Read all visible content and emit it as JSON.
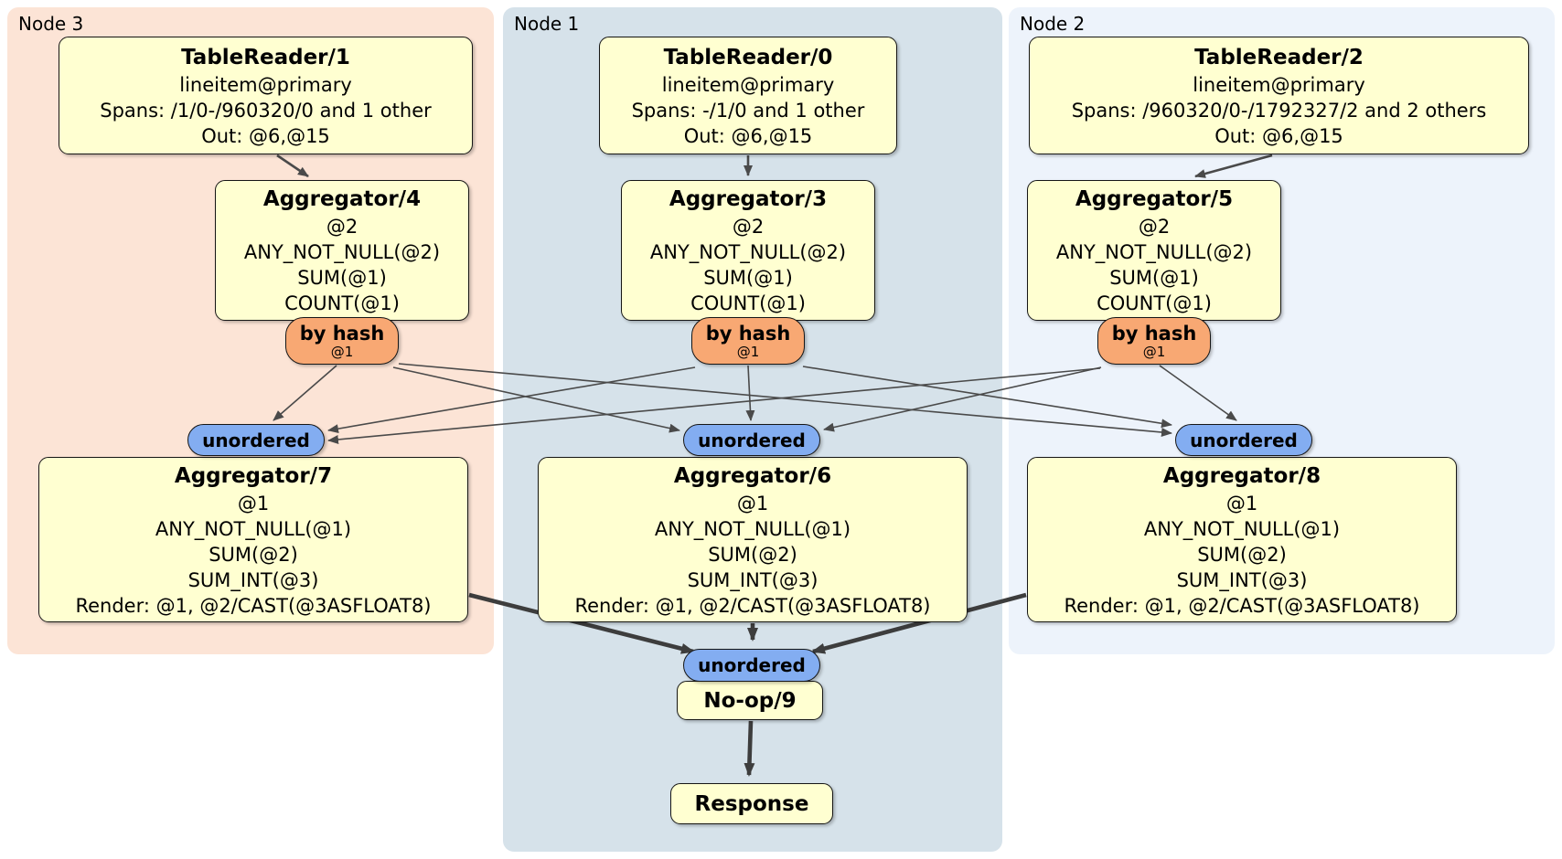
{
  "groups": [
    {
      "label": "Node 3"
    },
    {
      "label": "Node 1"
    },
    {
      "label": "Node 2"
    }
  ],
  "operators": {
    "tablereader1": {
      "title": "TableReader/1",
      "lines": [
        "lineitem@primary",
        "Spans: /1/0-/960320/0 and 1 other",
        "Out: @6,@15"
      ]
    },
    "tablereader0": {
      "title": "TableReader/0",
      "lines": [
        "lineitem@primary",
        "Spans: -/1/0 and 1 other",
        "Out: @6,@15"
      ]
    },
    "tablereader2": {
      "title": "TableReader/2",
      "lines": [
        "lineitem@primary",
        "Spans: /960320/0-/1792327/2 and 2 others",
        "Out: @6,@15"
      ]
    },
    "aggregator4": {
      "title": "Aggregator/4",
      "lines": [
        "@2",
        "ANY_NOT_NULL(@2)",
        "SUM(@1)",
        "COUNT(@1)"
      ]
    },
    "aggregator3": {
      "title": "Aggregator/3",
      "lines": [
        "@2",
        "ANY_NOT_NULL(@2)",
        "SUM(@1)",
        "COUNT(@1)"
      ]
    },
    "aggregator5": {
      "title": "Aggregator/5",
      "lines": [
        "@2",
        "ANY_NOT_NULL(@2)",
        "SUM(@1)",
        "COUNT(@1)"
      ]
    },
    "aggregator7": {
      "title": "Aggregator/7",
      "lines": [
        "@1",
        "ANY_NOT_NULL(@1)",
        "SUM(@2)",
        "SUM_INT(@3)",
        "Render: @1, @2/CAST(@3ASFLOAT8)"
      ]
    },
    "aggregator6": {
      "title": "Aggregator/6",
      "lines": [
        "@1",
        "ANY_NOT_NULL(@1)",
        "SUM(@2)",
        "SUM_INT(@3)",
        "Render: @1, @2/CAST(@3ASFLOAT8)"
      ]
    },
    "aggregator8": {
      "title": "Aggregator/8",
      "lines": [
        "@1",
        "ANY_NOT_NULL(@1)",
        "SUM(@2)",
        "SUM_INT(@3)",
        "Render: @1, @2/CAST(@3ASFLOAT8)"
      ]
    },
    "noop9": {
      "title": "No-op/9"
    },
    "response": {
      "title": "Response"
    }
  },
  "routers": {
    "by_hash": {
      "label": "by hash",
      "key": "@1"
    },
    "unordered": {
      "label": "unordered"
    }
  },
  "colors": {
    "node3_bg": "#fce4d6",
    "node1_bg": "#d6e2ea",
    "node2_bg": "#edf3fb",
    "operator_bg": "#ffffd1",
    "hash_router_bg": "#f8a873",
    "stream_bg": "#83adf1",
    "edge": "#4a4a4a"
  }
}
